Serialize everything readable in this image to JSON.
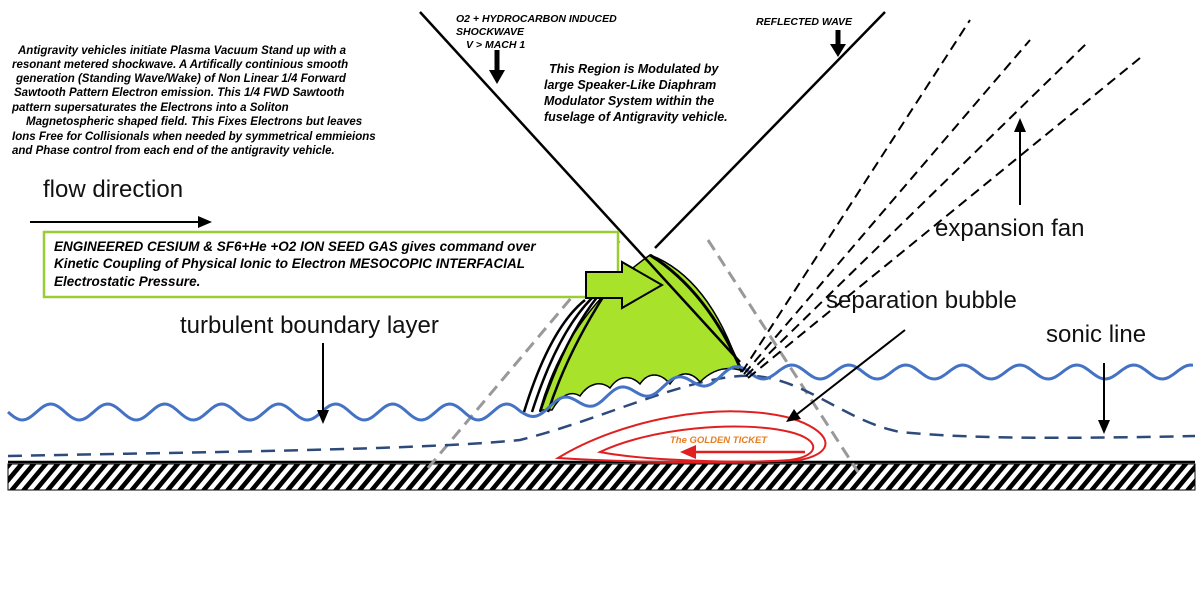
{
  "labels": {
    "flow_direction": "flow direction",
    "expansion_fan": "expansion fan",
    "separation_bubble": "separation bubble",
    "turbulent_boundary_layer": "turbulent boundary layer",
    "sonic_line": "sonic line",
    "golden_ticket": "The GOLDEN TICKET"
  },
  "shockwave_label": [
    "O2 + HYDROCARBON INDUCED",
    "SHOCKWAVE",
    "V > MACH 1"
  ],
  "reflected_wave_label": "REFLECTED WAVE",
  "region_note": [
    "This Region is Modulated by",
    "large Speaker-Like Diaphram",
    "Modulator System within the",
    "fuselage of Antigravity vehicle."
  ],
  "description": [
    "Antigravity vehicles initiate Plasma Vacuum Stand up with a",
    "resonant metered shockwave.  A Artifically continious smooth",
    "generation (Standing Wave/Wake) of Non Linear 1/4 Forward",
    "Sawtooth Pattern Electron emission.  This 1/4 FWD Sawtooth",
    "pattern supersaturates the Electrons into a Soliton",
    "Magnetospheric shaped field. This Fixes Electrons but leaves",
    "Ions Free for Collisionals when needed by symmetrical emmieions",
    "and Phase control from each end of the antigravity vehicle."
  ],
  "callout_box": [
    "ENGINEERED CESIUM & SF6+He +O2 ION SEED GAS gives command over",
    "Kinetic Coupling of Physical Ionic to Electron MESOCOPIC INTERFACIAL",
    "Electrostatic Pressure."
  ],
  "colors": {
    "boundary_wave": "#4472c4",
    "sonic_dash": "#2e4a7a",
    "green_region": "#a8e22a",
    "callout_border": "#9acd32",
    "bubble_red": "#e02020",
    "ticket_text": "#e67e22",
    "cone_dash": "#999999"
  }
}
